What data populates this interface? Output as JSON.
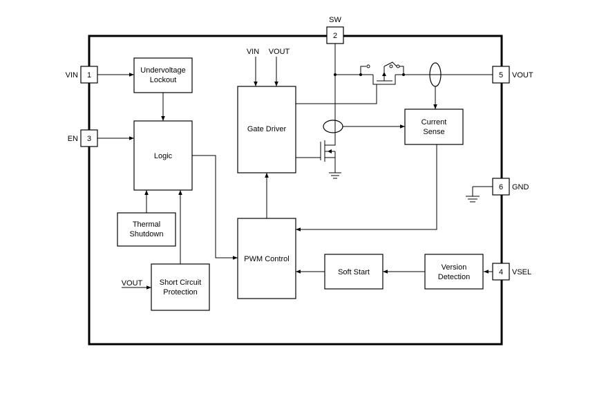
{
  "pins": {
    "vin": {
      "number": "1",
      "name": "VIN"
    },
    "sw": {
      "number": "2",
      "name": "SW"
    },
    "en": {
      "number": "3",
      "name": "EN"
    },
    "vsel": {
      "number": "4",
      "name": "VSEL"
    },
    "vout": {
      "number": "5",
      "name": "VOUT"
    },
    "gnd": {
      "number": "6",
      "name": "GND"
    }
  },
  "blocks": {
    "undervoltage_lockout": [
      "Undervoltage",
      "Lockout"
    ],
    "logic": "Logic",
    "thermal_shutdown": [
      "Thermal",
      "Shutdown"
    ],
    "short_circuit_protection": [
      "Short Circuit",
      "Protection"
    ],
    "gate_driver": "Gate Driver",
    "pwm_control": "PWM Control",
    "soft_start": "Soft Start",
    "version_detection": [
      "Version",
      "Detection"
    ],
    "current_sense": [
      "Current",
      "Sense"
    ]
  },
  "signals": {
    "gate_vin": "VIN",
    "gate_vout": "VOUT",
    "scp_vout": "VOUT"
  }
}
